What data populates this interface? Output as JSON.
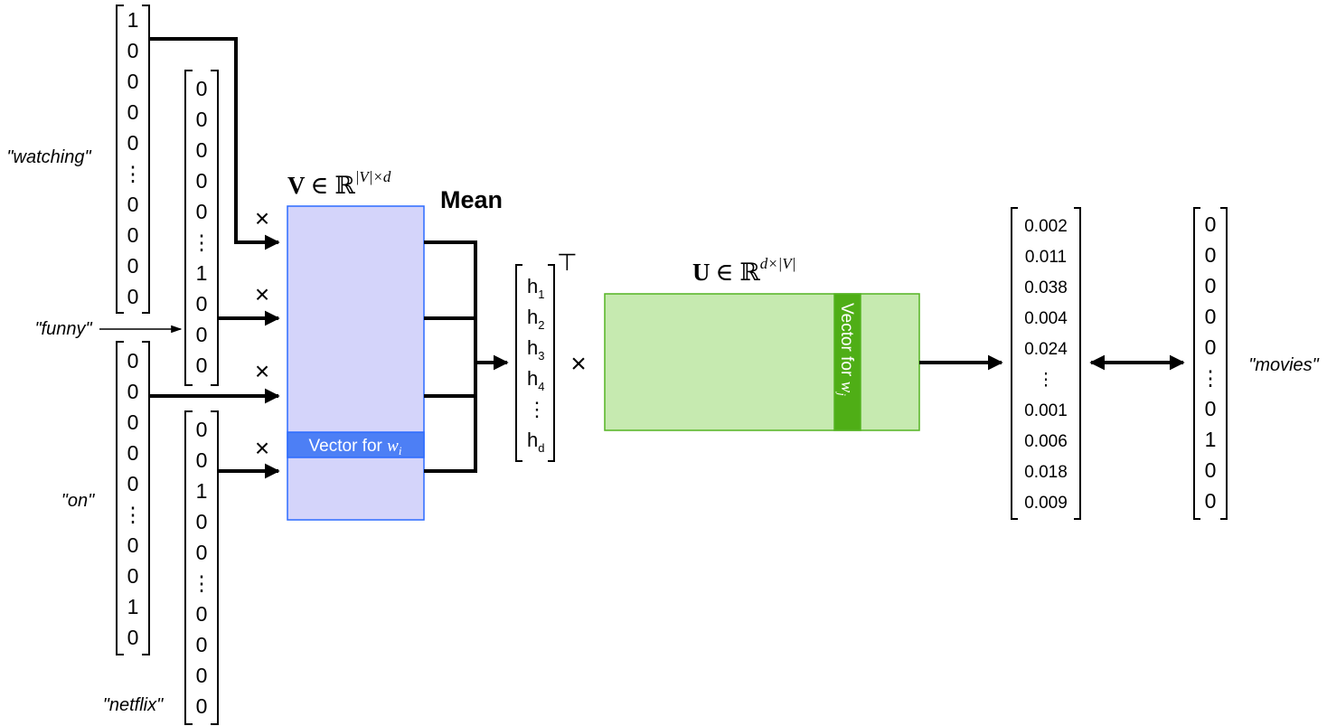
{
  "colors": {
    "v_fill": "#d4d4fa",
    "v_stroke": "#2d6bff",
    "v_band": "#4d7ff5",
    "u_fill": "#c6eab0",
    "u_stroke": "#55b423",
    "u_band": "#4fae16"
  },
  "words": {
    "watching": "\"watching\"",
    "funny": "\"funny\"",
    "on": "\"on\"",
    "netflix": "\"netflix\"",
    "movies": "\"movies\""
  },
  "vectors": {
    "watching": [
      "1",
      "0",
      "0",
      "0",
      "0",
      "⋮",
      "0",
      "0",
      "0",
      "0"
    ],
    "funny": [
      "0",
      "0",
      "0",
      "0",
      "0",
      "⋮",
      "1",
      "0",
      "0",
      "0"
    ],
    "on": [
      "0",
      "0",
      "0",
      "0",
      "0",
      "⋮",
      "0",
      "0",
      "1",
      "0"
    ],
    "netflix": [
      "0",
      "0",
      "1",
      "0",
      "0",
      "⋮",
      "0",
      "0",
      "0",
      "0"
    ],
    "output": [
      "0.002",
      "0.011",
      "0.038",
      "0.004",
      "0.024",
      "⋮",
      "0.001",
      "0.006",
      "0.018",
      "0.009"
    ],
    "target": [
      "0",
      "0",
      "0",
      "0",
      "0",
      "⋮",
      "0",
      "1",
      "0",
      "0"
    ],
    "hidden": [
      {
        "base": "h",
        "sub": "1"
      },
      {
        "base": "h",
        "sub": "2"
      },
      {
        "base": "h",
        "sub": "3"
      },
      {
        "base": "h",
        "sub": "4"
      },
      {
        "base": "⋮",
        "sub": ""
      },
      {
        "base": "h",
        "sub": "d"
      }
    ]
  },
  "labels": {
    "v_bold": "V",
    "v_rest": "∈ ℝ",
    "v_sup": "|V|×d",
    "u_bold": "U",
    "u_rest": "∈ ℝ",
    "u_sup": "d×|V|",
    "mean": "Mean",
    "transpose": "⊤",
    "times": "×",
    "v_band_text": "Vector for ",
    "v_band_var": "w",
    "v_band_sub": "i",
    "u_band_text": "Vector for ",
    "u_band_var": "w",
    "u_band_sub": "j"
  }
}
